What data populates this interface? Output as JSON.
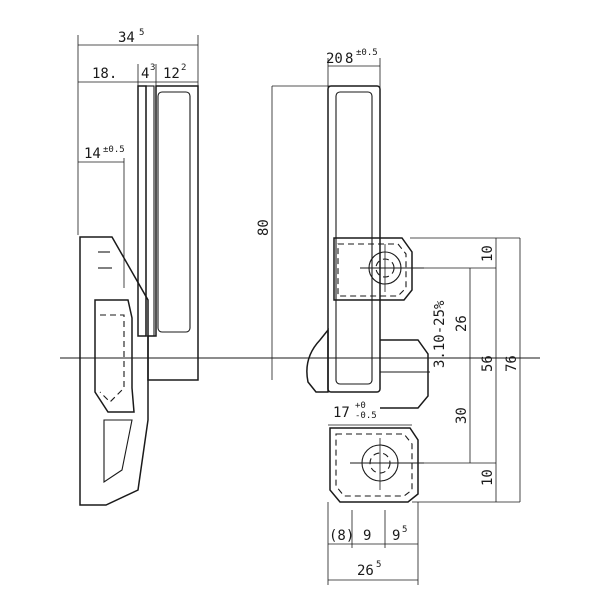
{
  "side_view": {
    "overall_width": "34",
    "overall_width_sup": "5",
    "seg_a": "18.",
    "seg_b": "4",
    "seg_b_sup": "3",
    "seg_c": "12",
    "seg_c_sup": "2",
    "offset_base": "14",
    "offset_tol": "±0.5"
  },
  "front_view": {
    "top_width_base": "20",
    "top_width_main": "8",
    "top_width_tol": "±0.5",
    "height": "80",
    "r_note": "3.10-25%",
    "slot_base": "17",
    "slot_tol_plus": "+0",
    "slot_tol_minus": "-0.5",
    "v10_top": "10",
    "v26": "26",
    "v30": "30",
    "v56": "56",
    "v76": "76",
    "v10_bottom": "10",
    "b8": "(8)",
    "b9": "9",
    "b9_5": "9",
    "b9_5_sup": "5",
    "overall_bottom": "26",
    "overall_bottom_sup": "5"
  }
}
